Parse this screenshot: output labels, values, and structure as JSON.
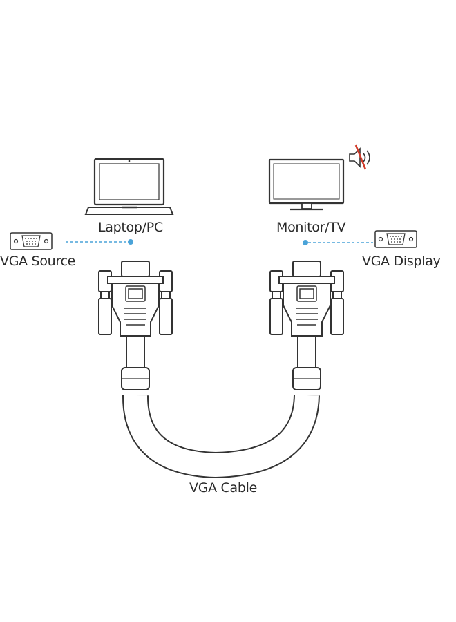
{
  "labels": {
    "laptop": "Laptop/PC",
    "monitor": "Monitor/TV",
    "source": "VGA Source",
    "display": "VGA Display",
    "cable": "VGA Cable"
  },
  "icons": [
    "laptop-icon",
    "monitor-icon",
    "speaker-muted-icon",
    "vga-port-icon",
    "vga-connector-icon",
    "cable-icon"
  ],
  "colors": {
    "connector_line": "#4aa3d8",
    "stroke": "#333333"
  }
}
